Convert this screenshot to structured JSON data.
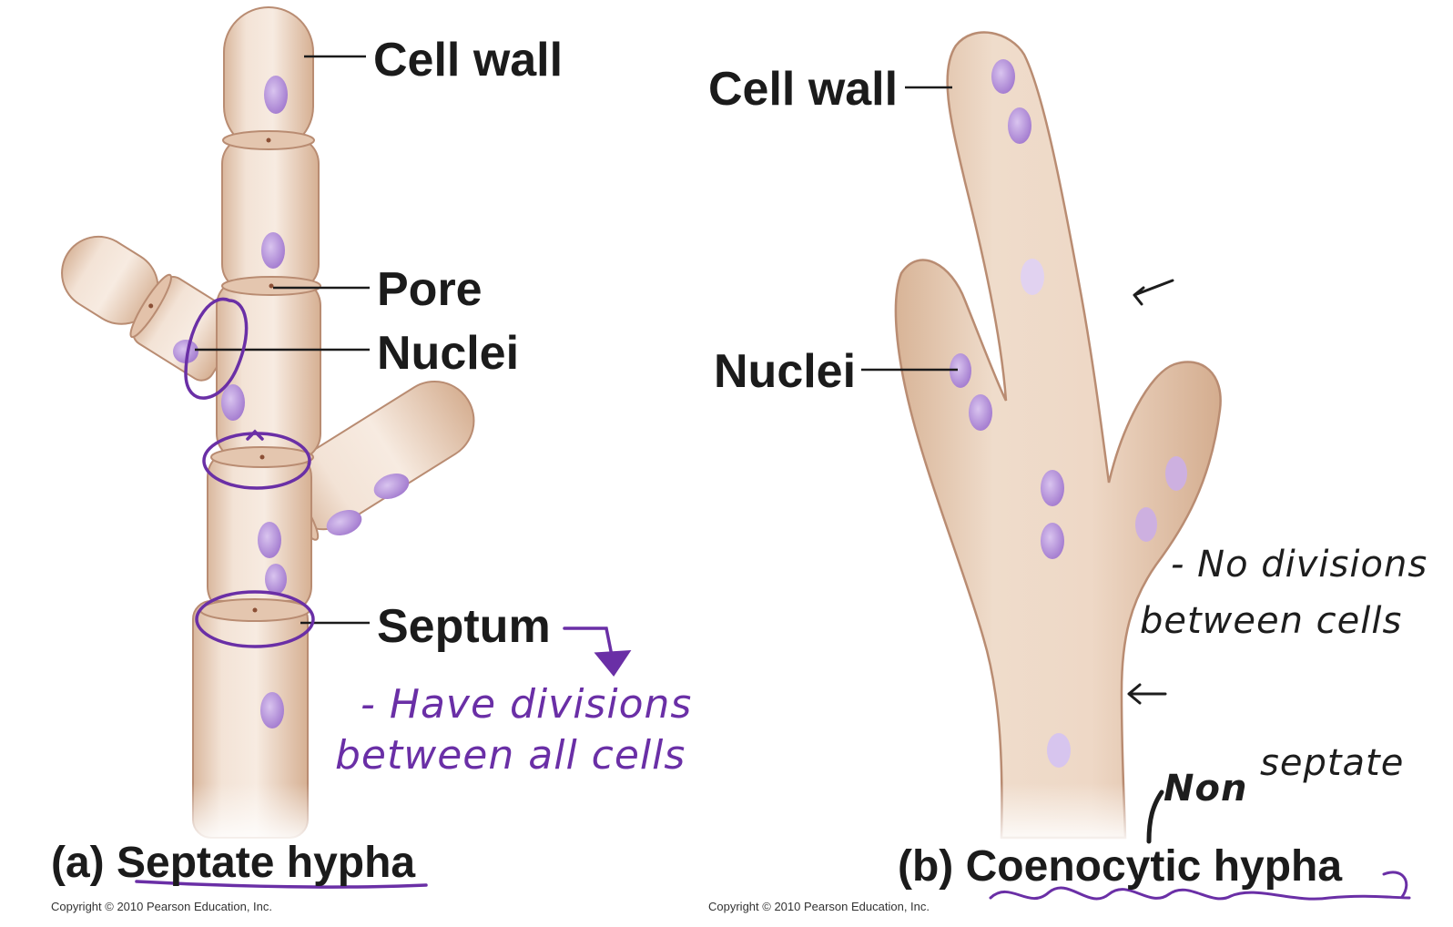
{
  "panel_a": {
    "labels": {
      "cell_wall": "Cell wall",
      "pore": "Pore",
      "nuclei": "Nuclei",
      "septum": "Septum"
    },
    "caption_letter": "(a)",
    "caption_text": "Septate hypha",
    "copyright": "Copyright © 2010 Pearson Education, Inc.",
    "annotation_line1": "- Have divisions",
    "annotation_line2": "between all cells"
  },
  "panel_b": {
    "labels": {
      "cell_wall": "Cell wall",
      "nuclei": "Nuclei"
    },
    "caption_letter": "(b)",
    "caption_text": "Coenocytic hypha",
    "copyright": "Copyright © 2010 Pearson Education, Inc.",
    "annotation_line1": "- No divisions",
    "annotation_line2": "between cells",
    "annotation_non": "Non",
    "annotation_septate": "septate"
  },
  "colors": {
    "hypha_fill": "#eed8c6",
    "hypha_stroke": "#b98c72",
    "nucleus": "#b38fd6",
    "ink_purple": "#6a2fa6",
    "ink_black": "#1d1d1d"
  }
}
